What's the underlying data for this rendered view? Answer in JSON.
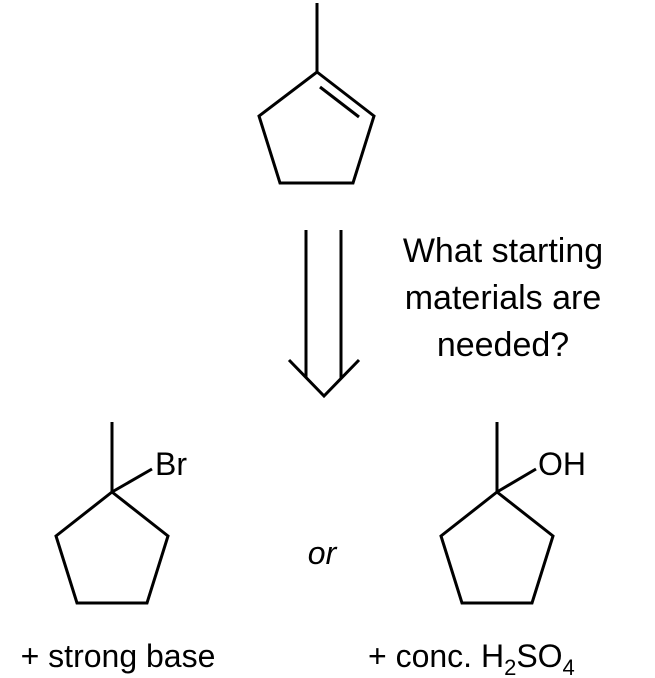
{
  "question": {
    "line1": "What starting",
    "line2": "materials are",
    "line3": "needed?"
  },
  "left_reactant": {
    "substituent": "Br",
    "reagent": "+ strong base"
  },
  "connector": "or",
  "right_reactant": {
    "substituent": "OH",
    "reagent_prefix": "+ conc. H",
    "reagent_sub1": "2",
    "reagent_mid": "SO",
    "reagent_sub2": "4"
  }
}
